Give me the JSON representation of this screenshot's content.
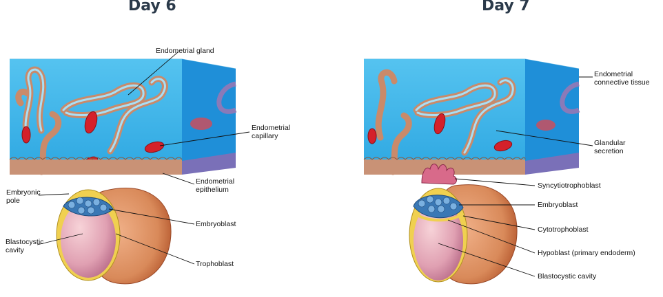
{
  "panels": [
    {
      "title": "Day 6",
      "labels": {
        "endometrial_gland": "Endometrial gland",
        "endometrial_capillary": "Endometrial\ncapillary",
        "endometrial_epithelium": "Endometrial\nepithelium",
        "embryonic_pole": "Embryonic\npole",
        "embryoblast": "Embryoblast",
        "blastocystic_cavity": "Blastocystic\ncavity",
        "trophoblast": "Trophoblast"
      }
    },
    {
      "title": "Day 7",
      "labels": {
        "endometrial_connective_tissue": "Endometrial\nconnective tissue",
        "glandular_secretion": "Glandular\nsecretion",
        "syncytiotrophoblast": "Syncytiotrophoblast",
        "embryoblast": "Embryoblast",
        "cytotrophoblast": "Cytotrophoblast",
        "hypoblast": "Hypoblast (primary endoderm)",
        "blastocystic_cavity": "Blastocystic cavity"
      }
    }
  ],
  "colors": {
    "tissue_front": "#3db8ec",
    "tissue_side": "#1e8fd6",
    "tissue_top": "#9ed9f5",
    "gland": "#c98a6a",
    "capillary": "#d4202a",
    "epithelium": "#c99276",
    "trophoblast": "#d98a5a",
    "embryoblast": "#3a78b5",
    "cavity": "#d98aa0",
    "syncytio": "#c95a7a"
  }
}
